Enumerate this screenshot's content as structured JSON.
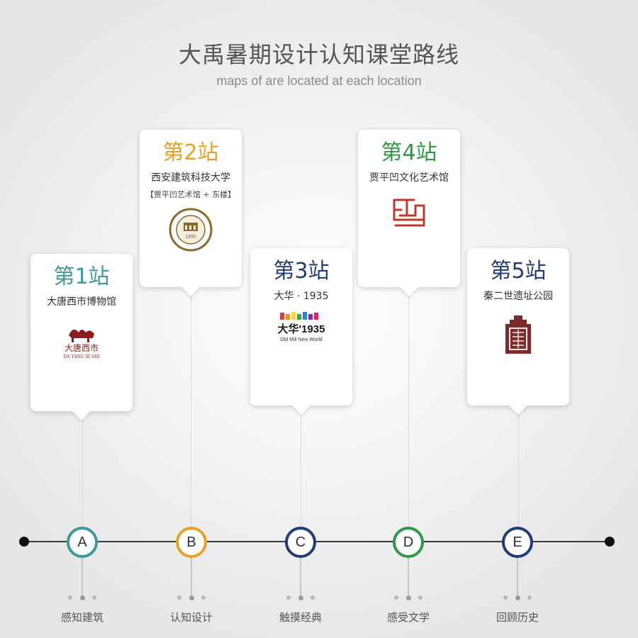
{
  "title": "大禹暑期设计认知课堂路线",
  "subtitle": "maps of are located at each  location",
  "stops": [
    {
      "title": "第1站",
      "name": "大唐西市博物馆",
      "sub": "",
      "logo": "datang-xishi-logo",
      "logo_text": "大唐西市",
      "logo_caption": "DA TANG XI SHI",
      "marker": "A",
      "label": "感知建筑",
      "color": "#3d9a9b"
    },
    {
      "title": "第2站",
      "name": "西安建筑科技大学",
      "sub": "【贾平凹艺术馆 + 东楼】",
      "logo": "xauat-seal-logo",
      "logo_text": "1895",
      "marker": "B",
      "label": "认知设计",
      "color": "#e9a125"
    },
    {
      "title": "第3站",
      "name": "大华 · 1935",
      "sub": "",
      "logo": "dahua-1935-logo",
      "logo_text": "大华'1935",
      "logo_caption": "Old Mill New World",
      "marker": "C",
      "label": "触摸经典",
      "color": "#1f3d7a"
    },
    {
      "title": "第4站",
      "name": "贾平凹文化艺术馆",
      "sub": "",
      "logo": "jia-pingwa-seal-logo",
      "marker": "D",
      "label": "感受文学",
      "color": "#2f9a45"
    },
    {
      "title": "第5站",
      "name": "秦二世遗址公园",
      "sub": "",
      "logo": "qin-ershi-park-logo",
      "marker": "E",
      "label": "回顾历史",
      "color": "#1f3d7a"
    }
  ]
}
